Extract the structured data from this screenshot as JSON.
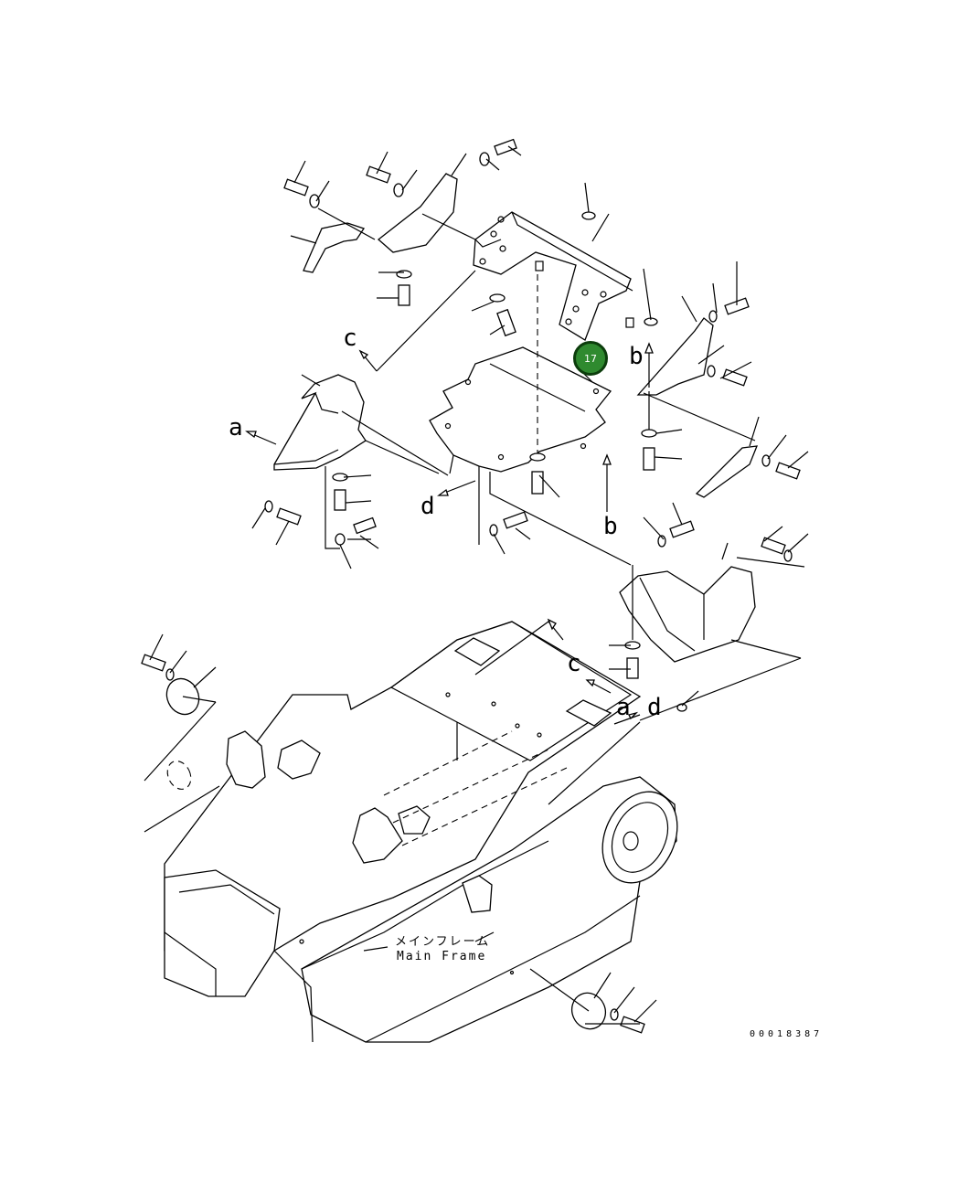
{
  "diagram": {
    "part_number_badge": "17",
    "callouts": {
      "a_left": "a",
      "a_right": "a",
      "b_upper": "b",
      "b_lower": "b",
      "c_upper": "c",
      "c_lower": "c",
      "d_left": "d",
      "d_right": "d"
    },
    "main_frame_label_jp": "メインフレーム",
    "main_frame_label_en": "Main Frame",
    "drawing_code": "00018387",
    "colors": {
      "line": "#000000",
      "badge_fill": "#2f8a2f",
      "badge_border": "#0c3d0c"
    }
  }
}
